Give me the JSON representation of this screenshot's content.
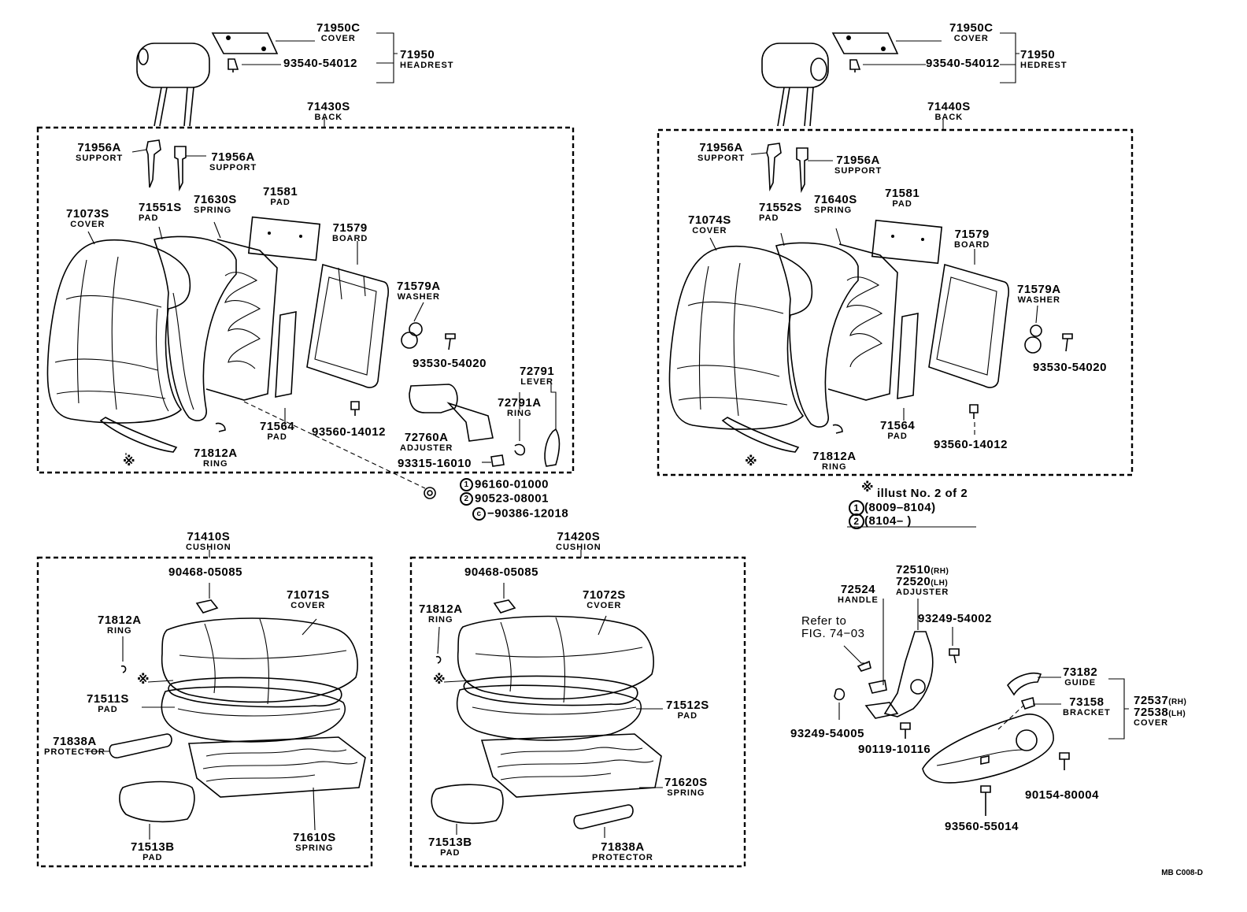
{
  "top_left": {
    "headrest": [
      {
        "key": "cover",
        "number": "71950C",
        "name": "COVER"
      },
      {
        "key": "screw",
        "number": "93540-54012"
      },
      {
        "key": "assy",
        "number": "71950",
        "name": "HEADREST"
      }
    ],
    "back": {
      "number": "71430S",
      "name": "BACK"
    },
    "parts": [
      {
        "key": "support-a",
        "number": "71956A",
        "name": "SUPPORT"
      },
      {
        "key": "support-b",
        "number": "71956A",
        "name": "SUPPORT"
      },
      {
        "key": "cover",
        "number": "71073S",
        "name": "COVER"
      },
      {
        "key": "pad",
        "number": "71551S",
        "name": "PAD"
      },
      {
        "key": "spring",
        "number": "71630S",
        "name": "SPRING"
      },
      {
        "key": "pad-2",
        "number": "71581",
        "name": "PAD"
      },
      {
        "key": "board",
        "number": "71579",
        "name": "BOARD"
      },
      {
        "key": "washer",
        "number": "71579A",
        "name": "WASHER"
      },
      {
        "key": "screw",
        "number": "93530-54020"
      },
      {
        "key": "lever",
        "number": "72791",
        "name": "LEVER"
      },
      {
        "key": "ring-lever",
        "number": "72791A",
        "name": "RING"
      },
      {
        "key": "clip",
        "number": "93560-14012"
      },
      {
        "key": "adjuster",
        "number": "72760A",
        "name": "ADJUSTER"
      },
      {
        "key": "bolt",
        "number": "93315-16010"
      },
      {
        "key": "pad-3",
        "number": "71564",
        "name": "PAD"
      },
      {
        "key": "ring",
        "number": "71812A",
        "name": "RING"
      }
    ],
    "nut_options": [
      {
        "mark": "1",
        "number": "96160-01000"
      },
      {
        "mark": "2",
        "number": "90523-08001"
      },
      {
        "mark": "c",
        "number": "90386-12018"
      }
    ]
  },
  "top_right": {
    "headrest": [
      {
        "key": "cover",
        "number": "71950C",
        "name": "COVER"
      },
      {
        "key": "screw",
        "number": "93540-54012"
      },
      {
        "key": "assy",
        "number": "71950",
        "name": "HEDREST"
      }
    ],
    "back": {
      "number": "71440S",
      "name": "BACK"
    },
    "parts": [
      {
        "key": "support-a",
        "number": "71956A",
        "name": "SUPPORT"
      },
      {
        "key": "support-b",
        "number": "71956A",
        "name": "SUPPORT"
      },
      {
        "key": "cover",
        "number": "71074S",
        "name": "COVER"
      },
      {
        "key": "pad",
        "number": "71552S",
        "name": "PAD"
      },
      {
        "key": "spring",
        "number": "71640S",
        "name": "SPRING"
      },
      {
        "key": "pad-2",
        "number": "71581",
        "name": "PAD"
      },
      {
        "key": "board",
        "number": "71579",
        "name": "BOARD"
      },
      {
        "key": "washer",
        "number": "71579A",
        "name": "WASHER"
      },
      {
        "key": "screw",
        "number": "93530-54020"
      },
      {
        "key": "pad-3",
        "number": "71564",
        "name": "PAD"
      },
      {
        "key": "clip",
        "number": "93560-14012"
      },
      {
        "key": "ring",
        "number": "71812A",
        "name": "RING"
      }
    ]
  },
  "legend": {
    "note_mark": "※",
    "note_text": "illust No. 2 of 2",
    "rows": [
      {
        "mark": "1",
        "text": "(8009–8104)"
      },
      {
        "mark": "2",
        "text": "(8104–        )"
      }
    ]
  },
  "bottom_left": {
    "cushion": {
      "number": "71410S",
      "name": "CUSHION"
    },
    "parts": [
      {
        "key": "clip",
        "number": "90468-05085"
      },
      {
        "key": "cover",
        "number": "71071S",
        "name": "COVER"
      },
      {
        "key": "ring",
        "number": "71812A",
        "name": "RING"
      },
      {
        "key": "pad",
        "number": "71511S",
        "name": "PAD"
      },
      {
        "key": "protector",
        "number": "71838A",
        "name": "PROTECTOR"
      },
      {
        "key": "pad-b",
        "number": "71513B",
        "name": "PAD"
      },
      {
        "key": "spring",
        "number": "71610S",
        "name": "SPRING"
      }
    ]
  },
  "bottom_mid": {
    "cushion": {
      "number": "71420S",
      "name": "CUSHION"
    },
    "parts": [
      {
        "key": "clip",
        "number": "90468-05085"
      },
      {
        "key": "ring",
        "number": "71812A",
        "name": "RING"
      },
      {
        "key": "cover",
        "number": "71072S",
        "name": "CVOER"
      },
      {
        "key": "pad",
        "number": "71512S",
        "name": "PAD"
      },
      {
        "key": "spring",
        "number": "71620S",
        "name": "SPRING"
      },
      {
        "key": "pad-b",
        "number": "71513B",
        "name": "PAD"
      },
      {
        "key": "protector",
        "number": "71838A",
        "name": "PROTECTOR"
      }
    ]
  },
  "bottom_right": {
    "adjuster": {
      "number_rh": "72510",
      "rh": "(RH)",
      "number_lh": "72520",
      "lh": "(LH)",
      "name": "ADJUSTER"
    },
    "handle": {
      "number": "72524",
      "name": "HANDLE"
    },
    "refer_line1": "Refer to",
    "refer_line2": "FIG. 74−03",
    "screw_top": "93249-54002",
    "guide": {
      "number": "73182",
      "name": "GUIDE"
    },
    "bracket": {
      "number": "73158",
      "name": "BRACKET"
    },
    "cover": {
      "number_rh": "72537",
      "rh": "(RH)",
      "number_lh": "72538",
      "lh": "(LH)",
      "name": "COVER"
    },
    "screw_left": "93249-54005",
    "bolt": "90119-10116",
    "screw_right": "90154-80004",
    "clip": "93560-55014"
  },
  "doc_code": "MB C008-D"
}
